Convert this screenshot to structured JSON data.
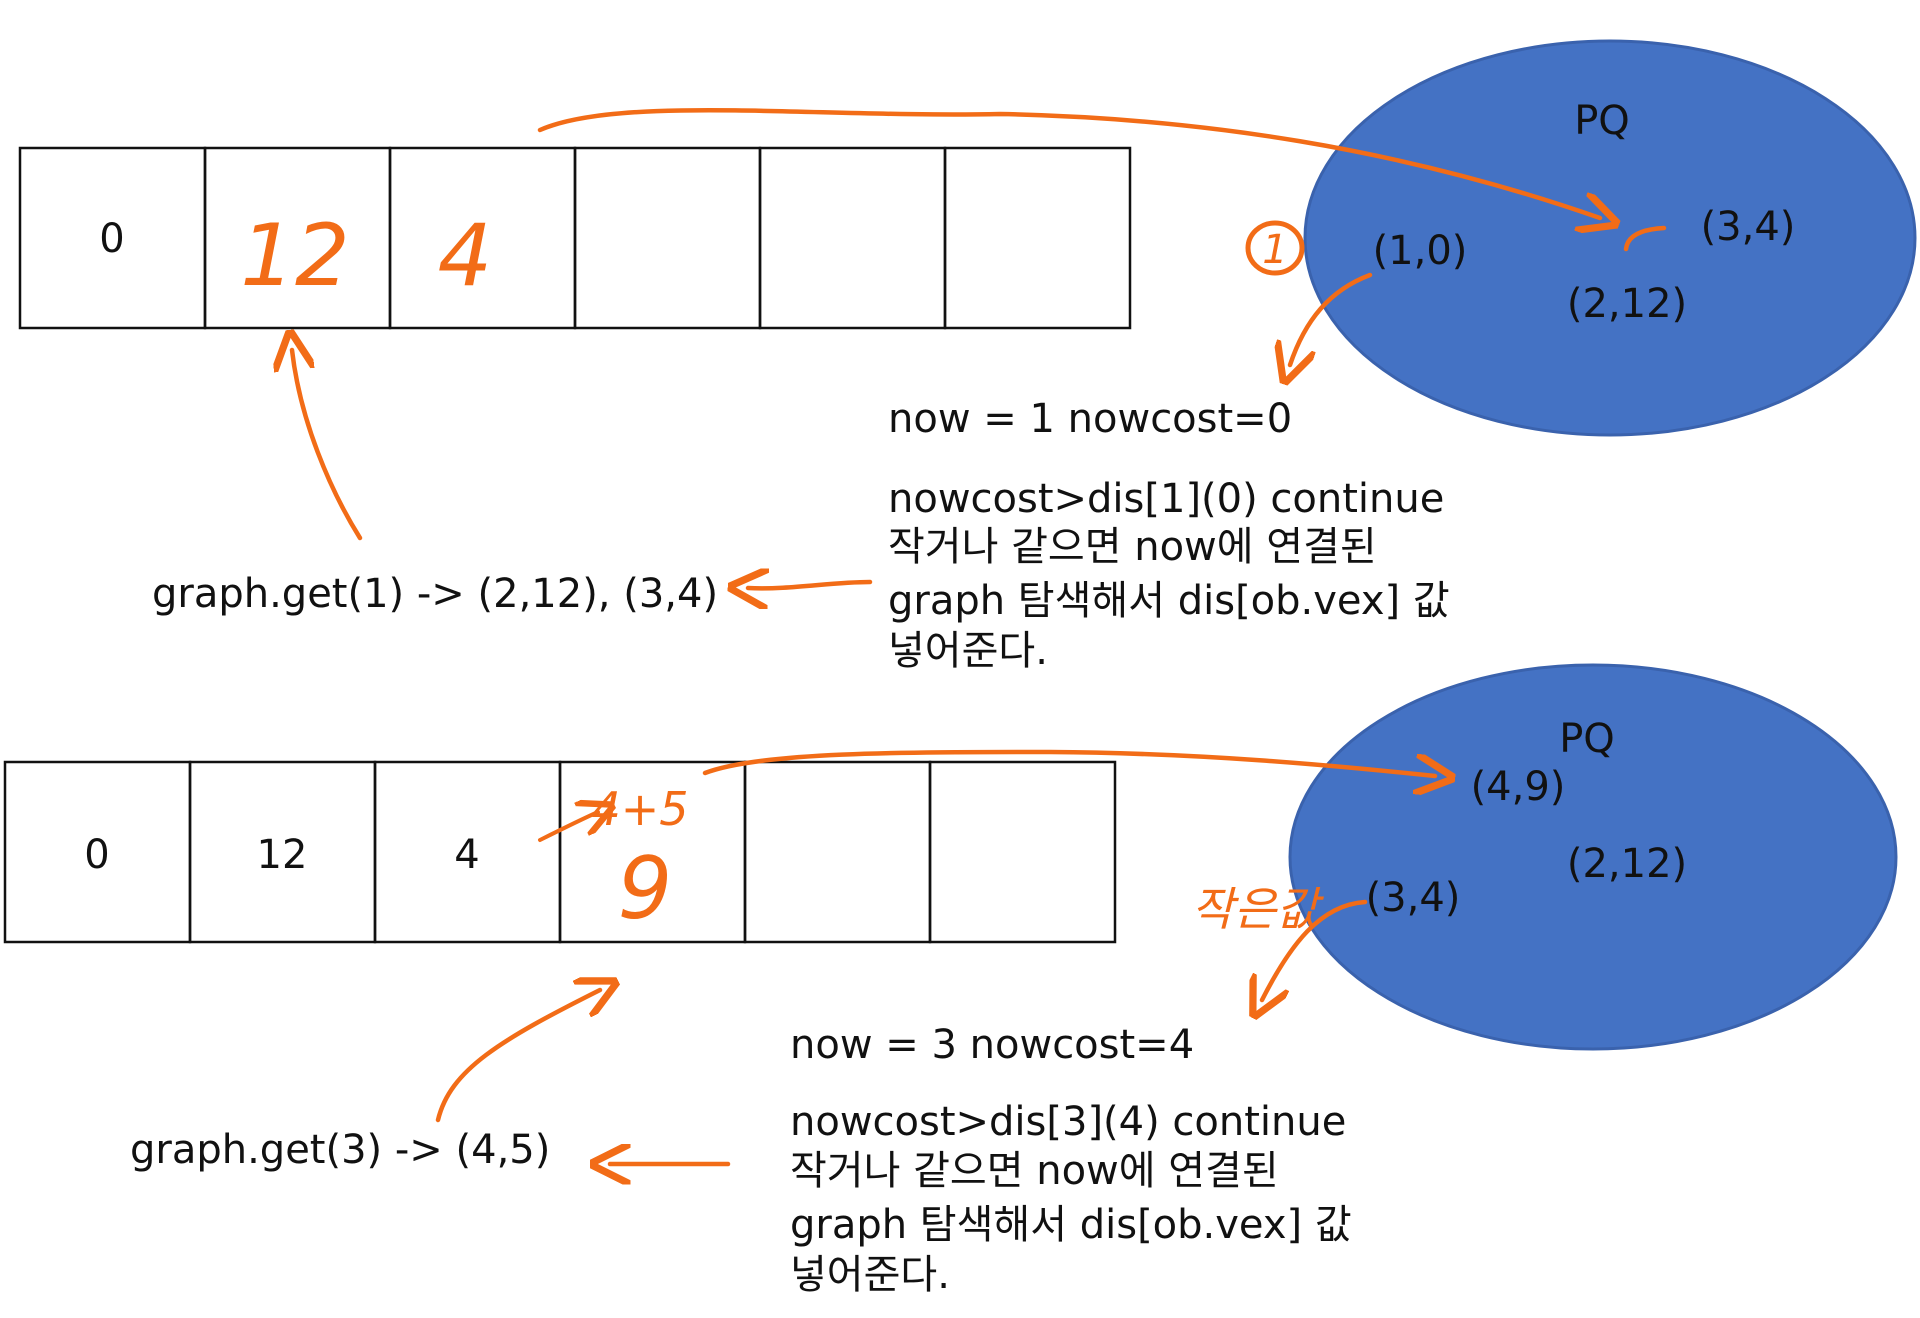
{
  "colors": {
    "ink": "#111111",
    "accent": "#f26c17",
    "pq_fill": "#4472c4",
    "pq_stroke": "#3a62ad"
  },
  "top": {
    "cells": [
      "0",
      "",
      "",
      "",
      "",
      ""
    ],
    "hand_values": [
      "12",
      "4"
    ],
    "pq": {
      "title": "PQ",
      "entries": [
        "(1,0)",
        "(3,4)",
        "(2,12)"
      ],
      "mark": "1"
    },
    "now_line": "now  =  1  nowcost=0",
    "explain": [
      "nowcost>dis[1](0) continue",
      "작거나 같으면 now에 연결된",
      "graph 탐색해서 dis[ob.vex] 값",
      "넣어준다."
    ],
    "graph_get": "graph.get(1)  ->  (2,12), (3,4)"
  },
  "bottom": {
    "cells": [
      "0",
      "12",
      "4",
      "",
      "",
      ""
    ],
    "hand_value": "9",
    "hand_expr": "4+5",
    "pq": {
      "title": "PQ",
      "entries": [
        "(4,9)",
        "(2,12)",
        "(3,4)"
      ],
      "mark": "작은값"
    },
    "now_line": "now  =  3  nowcost=4",
    "explain": [
      "nowcost>dis[3](4) continue",
      "작거나 같으면 now에 연결된",
      "graph 탐색해서 dis[ob.vex] 값",
      "넣어준다."
    ],
    "graph_get": "graph.get(3)  ->  (4,5)"
  }
}
